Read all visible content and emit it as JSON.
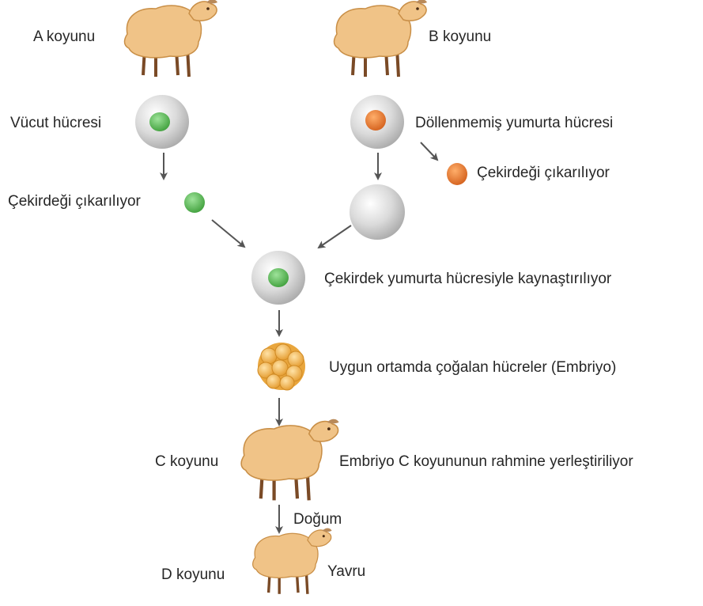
{
  "sheep": {
    "a": "A koyunu",
    "b": "B koyunu",
    "c": "C koyunu",
    "d": "D koyunu"
  },
  "labels": {
    "body_cell": "Vücut hücresi",
    "unfertilized_egg": "Döllenmemiş yumurta hücresi",
    "nucleus_removed_left": "Çekirdeği çıkarılıyor",
    "nucleus_removed_right": "Çekirdeği çıkarılıyor",
    "fusion": "Çekirdek yumurta hücresiyle kaynaştırılıyor",
    "embryo": "Uygun ortamda çoğalan hücreler (Embriyo)",
    "implant": "Embriyo C koyununun rahmine yerleştiriliyor",
    "birth": "Doğum",
    "offspring": "Yavru"
  },
  "colors": {
    "wool": "#f0c387",
    "wool_edge": "#c98f47",
    "legs": "#7a4a26",
    "cell_gray": "#d4d4d4",
    "nucleus_green": "#59b955",
    "nucleus_orange": "#e8782e",
    "embryo": "#f2b94e",
    "arrow": "#555555",
    "text": "#262626"
  }
}
